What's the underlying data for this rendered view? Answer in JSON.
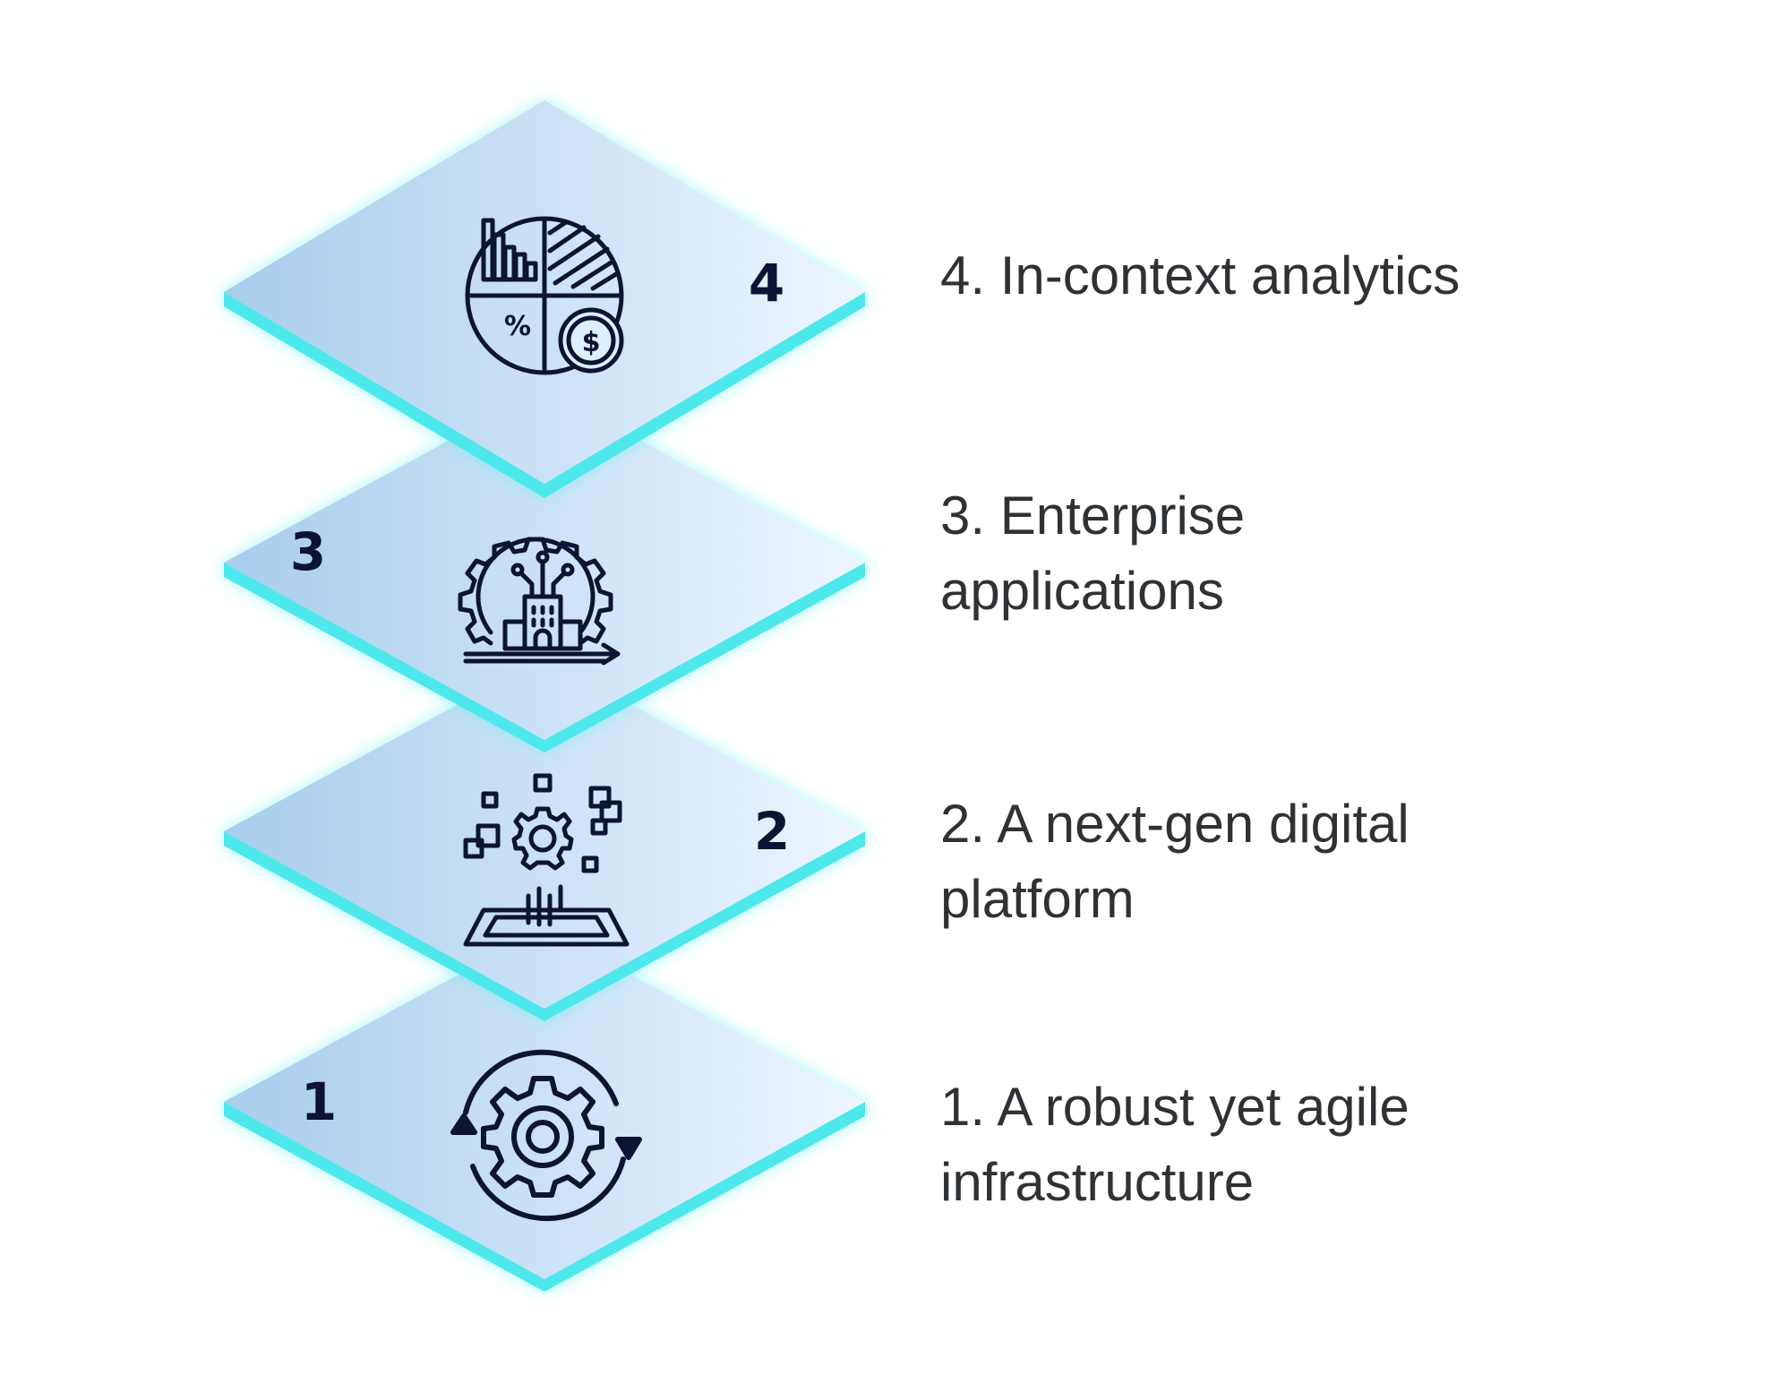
{
  "layers": [
    {
      "number": "4",
      "caption": "4. In-context analytics",
      "icon": "analytics-chart-icon"
    },
    {
      "number": "3",
      "caption": "3. Enterprise\napplications",
      "icon": "enterprise-gear-building-icon"
    },
    {
      "number": "2",
      "caption": "2. A next-gen digital\nplatform",
      "icon": "digital-platform-icon"
    },
    {
      "number": "1",
      "caption": "1. A robust yet agile\ninfrastructure",
      "icon": "gear-cycle-icon"
    }
  ],
  "colors": {
    "face_left": "#a8cdec",
    "face_right": "#eef6ff",
    "edge": "#4de8ec",
    "glow": "#5ff0f0",
    "icon": "#0d1433",
    "caption_text": "#2f3235"
  }
}
